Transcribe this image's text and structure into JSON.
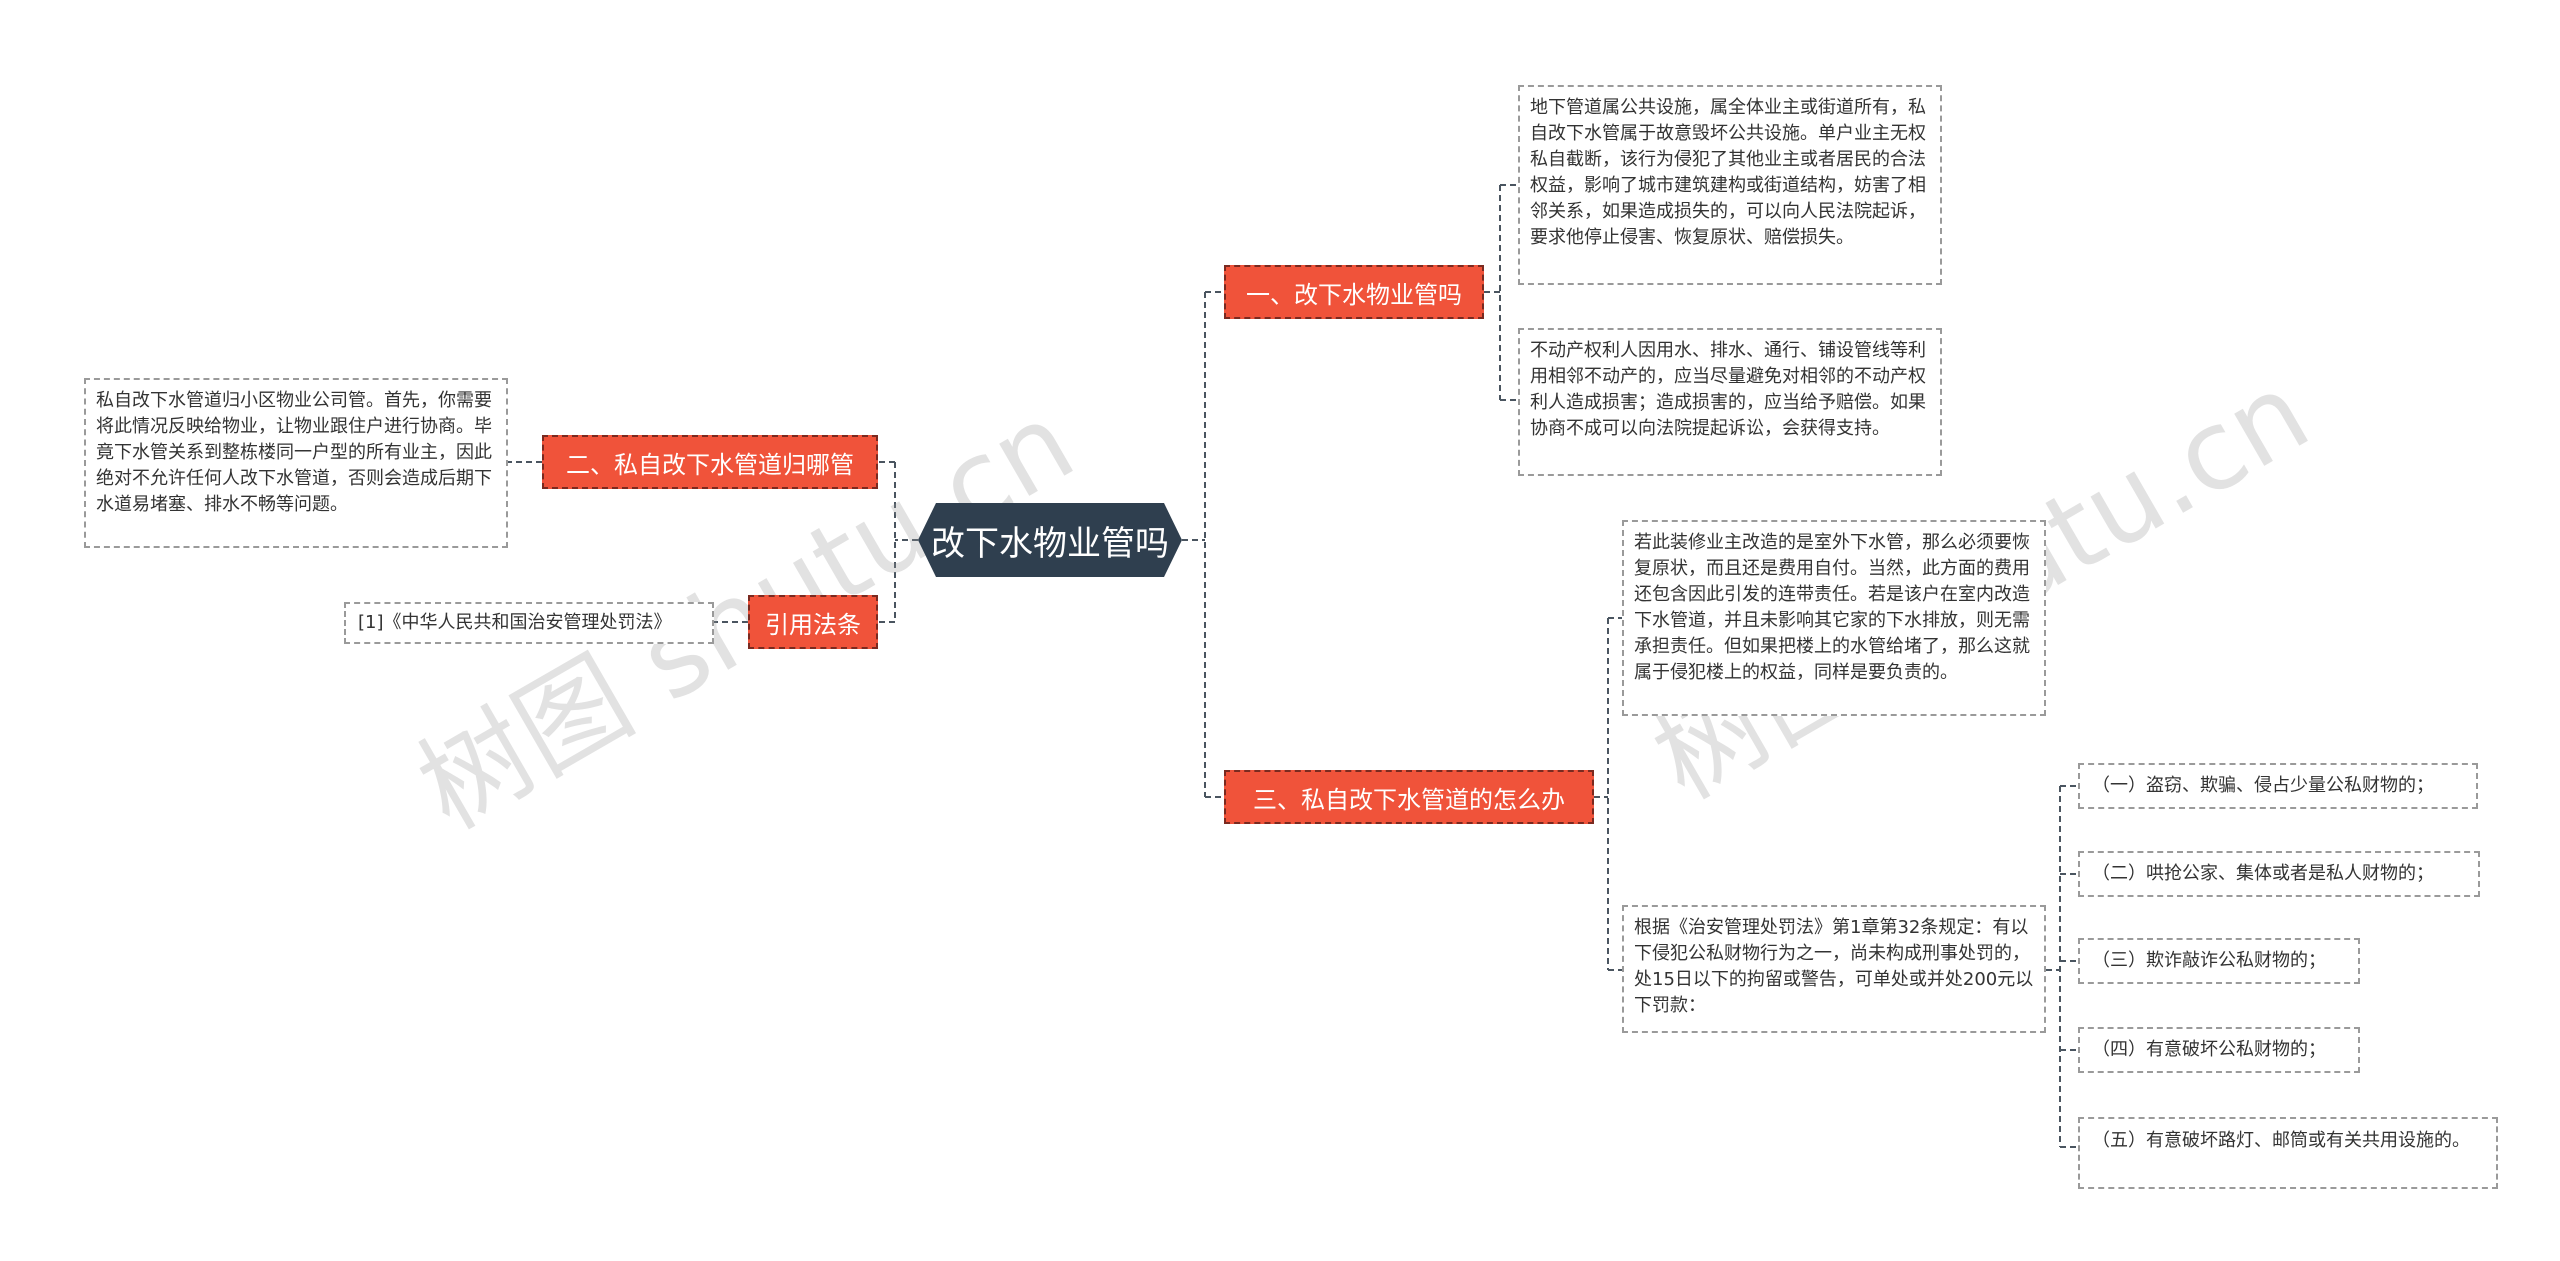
{
  "central": {
    "label": "改下水物业管吗"
  },
  "branches": {
    "b1": {
      "label": "一、改下水物业管吗"
    },
    "b2": {
      "label": "二、私自改下水管道归哪管"
    },
    "b3": {
      "label": "三、私自改下水管道的怎么办"
    },
    "b4": {
      "label": "引用法条"
    }
  },
  "leaves": {
    "b1_l1": "地下管道属公共设施，属全体业主或街道所有，私自改下水管属于故意毁坏公共设施。单户业主无权私自截断，该行为侵犯了其他业主或者居民的合法权益，影响了城市建筑建构或街道结构，妨害了相邻关系，如果造成损失的，可以向人民法院起诉，要求他停止侵害、恢复原状、赔偿损失。",
    "b1_l2": "不动产权利人因用水、排水、通行、铺设管线等利用相邻不动产的，应当尽量避免对相邻的不动产权利人造成损害；造成损害的，应当给予赔偿。如果协商不成可以向法院提起诉讼，会获得支持。",
    "b2_l1": "私自改下水管道归小区物业公司管。首先，你需要将此情况反映给物业，让物业跟住户进行协商。毕竟下水管关系到整栋楼同一户型的所有业主，因此绝对不允许任何人改下水管道，否则会造成后期下水道易堵塞、排水不畅等问题。",
    "b3_l1": "若此装修业主改造的是室外下水管，那么必须要恢复原状，而且还是费用自付。当然，此方面的费用还包含因此引发的连带责任。若是该户在室内改造下水管道，并且未影响其它家的下水排放，则无需承担责任。但如果把楼上的水管给堵了，那么这就属于侵犯楼上的权益，同样是要负责的。",
    "b3_l2": "根据《治安管理处罚法》第1章第32条规定：有以下侵犯公私财物行为之一，尚未构成刑事处罚的，处15日以下的拘留或警告，可单处或并处200元以下罚款：",
    "b4_l1": "[1]《中华人民共和国治安管理处罚法》"
  },
  "sub_items": [
    "（一）盗窃、欺骗、侵占少量公私财物的；",
    "（二）哄抢公家、集体或者是私人财物的；",
    "（三）欺诈敲诈公私财物的；",
    "（四）有意破坏公私财物的；",
    "（五）有意破坏路灯、邮筒或有关共用设施的。"
  ],
  "watermarks": [
    "树图 shutu.cn",
    "树图 shutu.cn"
  ],
  "colors": {
    "central_bg": "#2f3f4f",
    "branch_bg": "#f0533a",
    "line": "#4a5560",
    "leaf_border": "#9a9a9a"
  }
}
